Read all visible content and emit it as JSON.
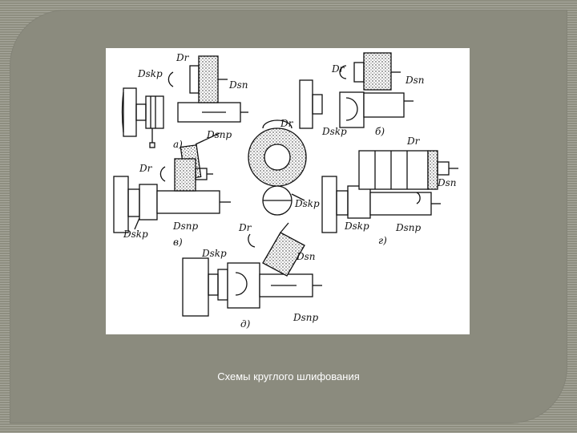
{
  "slide": {
    "caption": "Схемы круглого шлифования"
  },
  "figure": {
    "labels": {
      "dr": "Dr",
      "dsn": "Dsп",
      "dskr": "Dskp",
      "dsnr": "Dsпр",
      "a": "а)",
      "b": "б)",
      "v": "в)",
      "g": "г)",
      "d": "д)"
    }
  },
  "colors": {
    "background": "#8e8e80",
    "panel": "#8b8b7e",
    "figure_background": "#ffffff",
    "caption_text": "#ffffff"
  }
}
